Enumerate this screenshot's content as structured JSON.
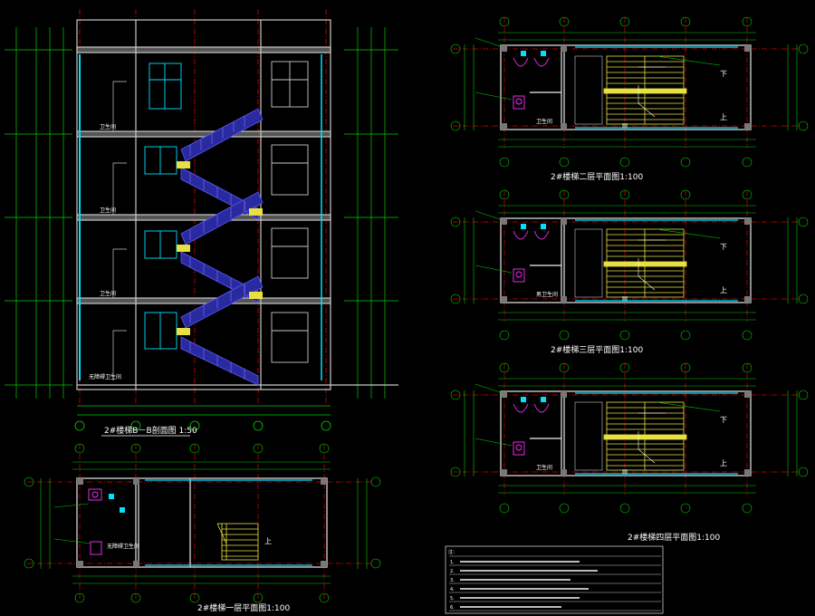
{
  "colors": {
    "background": "#000000",
    "wall": "#c8c8c8",
    "axis": "#e00000",
    "dimension": "#00d000",
    "stair": "#5a5aff",
    "stair_plan": "#e8e040",
    "window": "#00e0ff",
    "label": "#ffffff",
    "fixture": "#ff30ff"
  },
  "section": {
    "title": "2#楼梯B－B剖面图 1:50",
    "labels": {
      "toilet_1": "卫生间",
      "toilet_2": "卫生间",
      "toilet_3": "卫生间",
      "ground": "无障碍卫生间"
    }
  },
  "plans": {
    "plan2": {
      "title": "2#楼梯二层平面图1:100",
      "room": "卫生间",
      "up": "上",
      "down": "下"
    },
    "plan3": {
      "title": "2#楼梯三层平面图1:100",
      "room": "男卫生间",
      "up": "上",
      "down": "下"
    },
    "plan4": {
      "title": "2#楼梯四层平面图1:100",
      "room": "卫生间",
      "up": "上",
      "down": "下"
    },
    "plan1": {
      "title": "2#楼梯一层平面图1:100",
      "room": "无障碍卫生间",
      "up": "上"
    }
  },
  "notes": {
    "heading": "注：",
    "items": [
      "1.",
      "2.",
      "3.",
      "4.",
      "5.",
      "6."
    ]
  }
}
